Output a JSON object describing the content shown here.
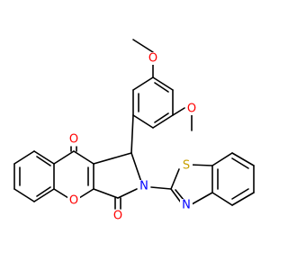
{
  "molecule": {
    "atom_labels": {
      "ketone_oxygen": "O",
      "lactam_oxygen": "O",
      "ring_oxygen": "O",
      "pyrrole_nitrogen": "N",
      "thiazole_nitrogen": "N",
      "thiazole_sulfur": "S",
      "methoxy_oxygen_top": "O",
      "methoxy_oxygen_side": "O"
    },
    "colors": {
      "bond": "#000000",
      "oxygen": "#ff0000",
      "nitrogen": "#0000ff",
      "sulfur": "#c8a000",
      "background": "#ffffff"
    }
  }
}
